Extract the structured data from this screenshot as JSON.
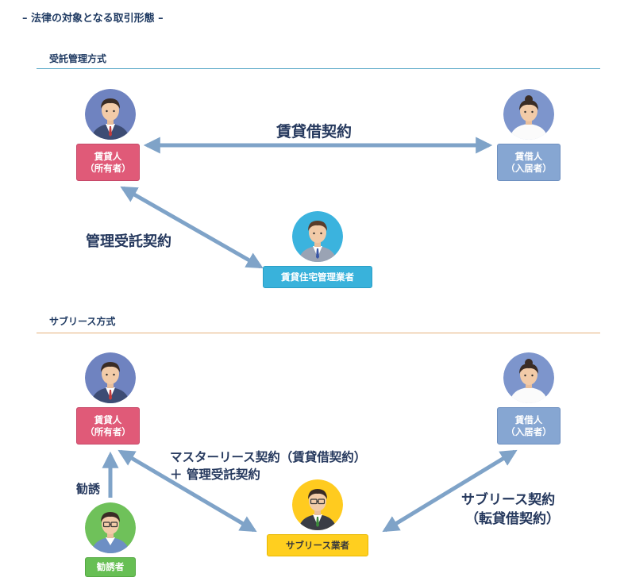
{
  "page_title": "– 法律の対象となる取引形態 –",
  "sections": [
    {
      "title": "受託管理方式",
      "owner": {
        "line1": "賃貸人",
        "line2": "（所有者）"
      },
      "tenant": {
        "line1": "賃借人",
        "line2": "（入居者）"
      },
      "manager": {
        "label": "賃貸住宅管理業者"
      },
      "rel_lease": "賃貸借契約",
      "rel_management": "管理受託契約"
    },
    {
      "title": "サブリース方式",
      "owner": {
        "line1": "賃貸人",
        "line2": "（所有者）"
      },
      "tenant": {
        "line1": "賃借人",
        "line2": "（入居者）"
      },
      "subleaser": {
        "label": "サブリース業者"
      },
      "solicitor": {
        "label": "勧誘者"
      },
      "rel_master_line1": "マスターリース契約（賃貸借契約）",
      "rel_master_line2": "＋ 管理受託契約",
      "rel_sublease_line1": "サブリース契約",
      "rel_sublease_line2": "（転貸借契約）",
      "rel_solicit": "勧誘"
    }
  ],
  "colors": {
    "owner_box": "#e05a78",
    "tenant_box": "#86a6d2",
    "manager_box": "#39b2db",
    "subleaser_box": "#ffcf1f",
    "solicitor_box": "#67bf54",
    "arrow": "#7fa3c8"
  }
}
